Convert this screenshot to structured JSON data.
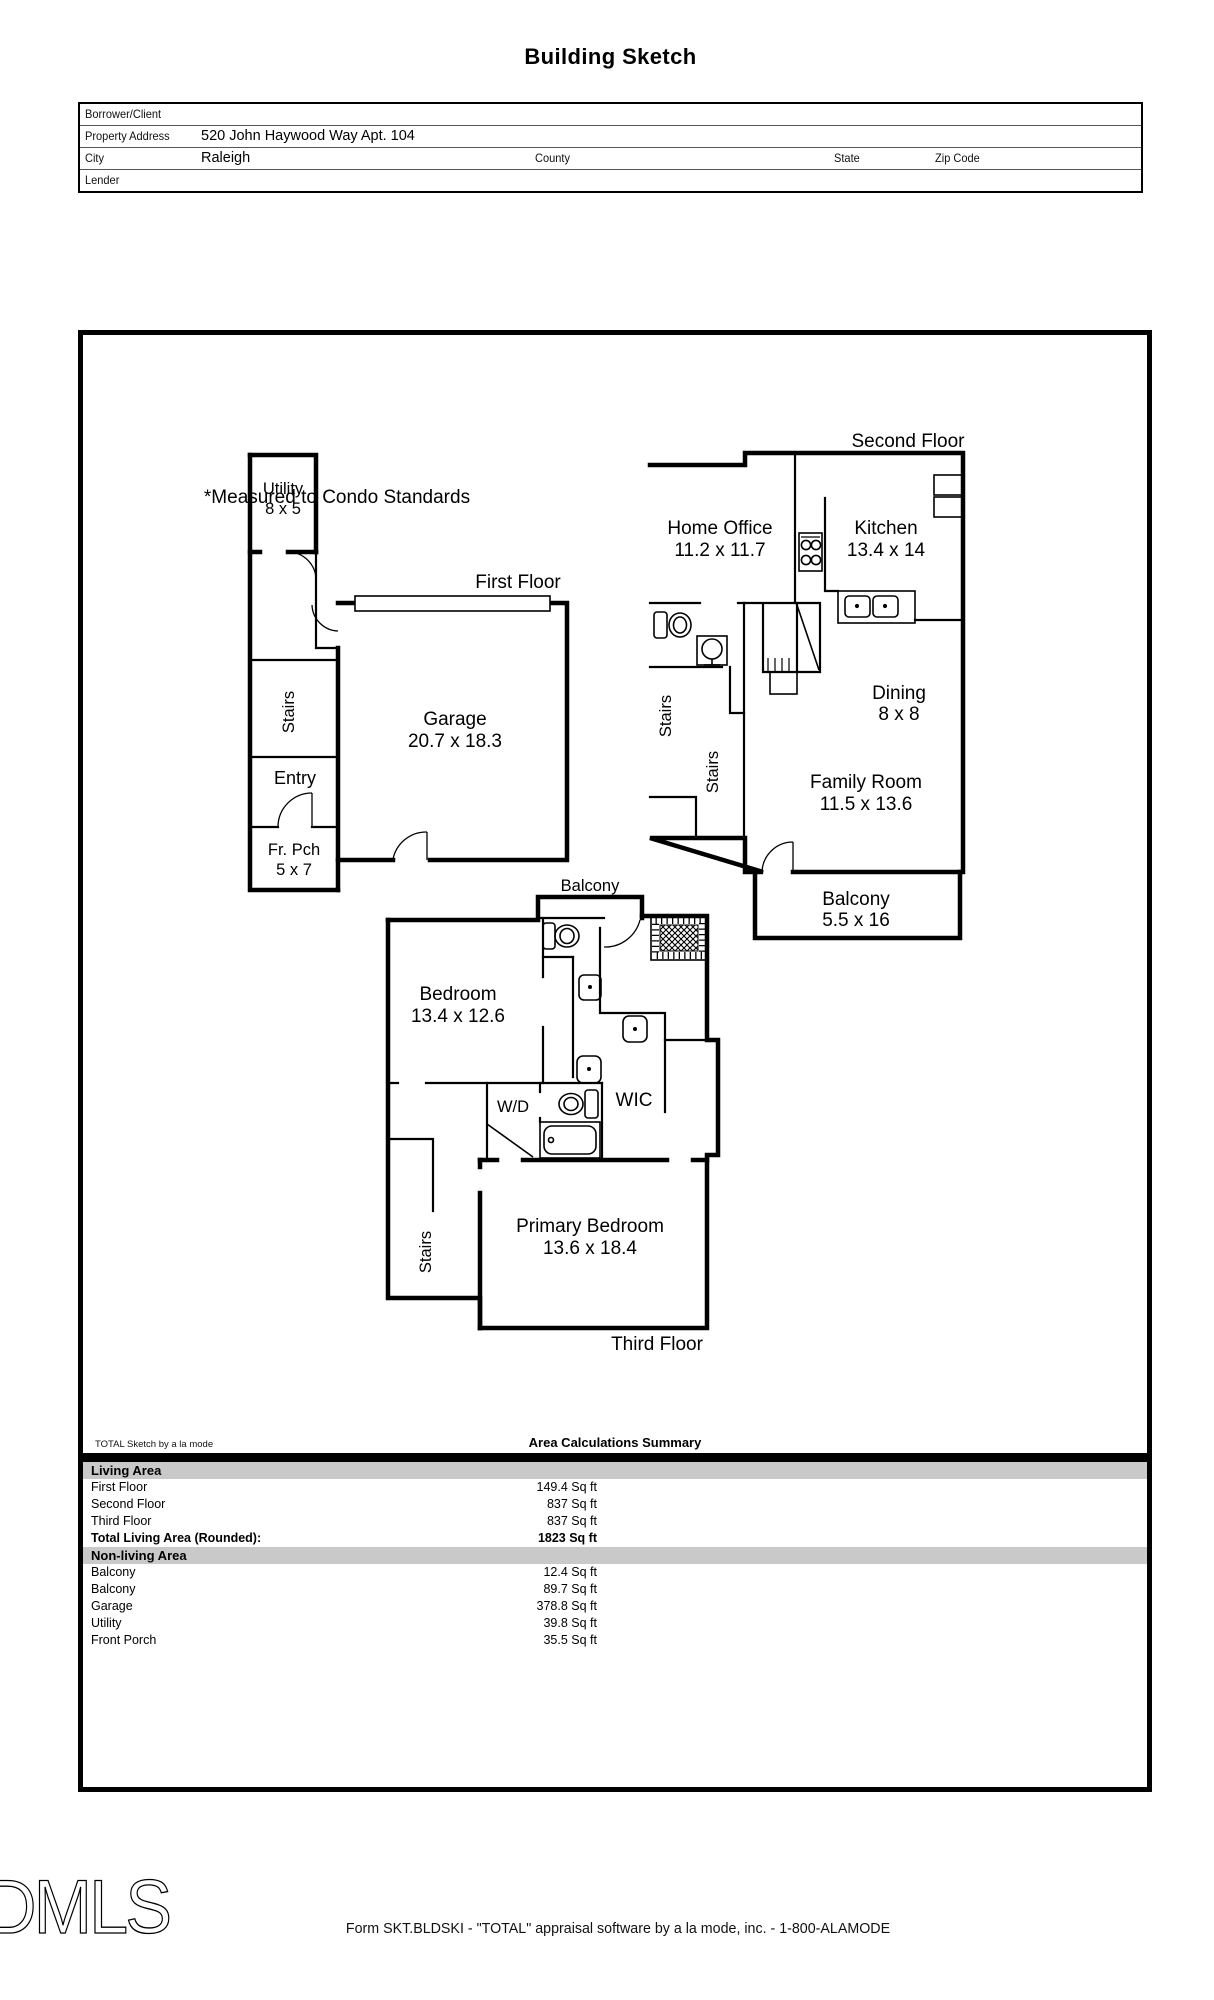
{
  "title": "Building Sketch",
  "form": {
    "borrower_label": "Borrower/Client",
    "property_address_label": "Property Address",
    "property_address_value": "520 John Haywood Way Apt. 104",
    "city_label": "City",
    "city_value": "Raleigh",
    "county_label": "County",
    "state_label": "State",
    "zip_label": "Zip Code",
    "lender_label": "Lender"
  },
  "plans": {
    "note": "*Measured to Condo Standards",
    "first_floor": {
      "label": "First Floor",
      "utility_name": "Utility",
      "utility_dims": "8 x 5",
      "stairs": "Stairs",
      "entry": "Entry",
      "porch_name": "Fr. Pch",
      "porch_dims": "5 x 7",
      "garage_name": "Garage",
      "garage_dims": "20.7 x 18.3"
    },
    "second_floor": {
      "label": "Second Floor",
      "home_office_name": "Home Office",
      "home_office_dims": "11.2 x 11.7",
      "kitchen_name": "Kitchen",
      "kitchen_dims": "13.4 x 14",
      "dining_name": "Dining",
      "dining_dims": "8 x 8",
      "family_name": "Family Room",
      "family_dims": "11.5 x 13.6",
      "balcony_name": "Balcony",
      "balcony_dims": "5.5 x 16",
      "stairs1": "Stairs",
      "stairs2": "Stairs"
    },
    "third_floor": {
      "label": "Third Floor",
      "balcony": "Balcony",
      "bedroom_name": "Bedroom",
      "bedroom_dims": "13.4 x 12.6",
      "wd": "W/D",
      "wic": "WIC",
      "primary_name": "Primary Bedroom",
      "primary_dims": "13.6 x 18.4",
      "stairs": "Stairs"
    }
  },
  "summary": {
    "branding": "TOTAL Sketch by a la mode",
    "title": "Area Calculations Summary",
    "living_header": "Living Area",
    "living_rows": [
      {
        "label": "First Floor",
        "value": "149.4 Sq ft"
      },
      {
        "label": "Second Floor",
        "value": "837 Sq ft"
      },
      {
        "label": "Third Floor",
        "value": "837 Sq ft"
      }
    ],
    "total_row": {
      "label": "Total Living Area (Rounded):",
      "value": "1823 Sq ft"
    },
    "nonliving_header": "Non-living Area",
    "nonliving_rows": [
      {
        "label": "Balcony",
        "value": "12.4 Sq ft"
      },
      {
        "label": "Balcony",
        "value": "89.7 Sq ft"
      },
      {
        "label": "Garage",
        "value": "378.8 Sq ft"
      },
      {
        "label": "Utility",
        "value": "39.8 Sq ft"
      },
      {
        "label": "Front Porch",
        "value": "35.5 Sq ft"
      }
    ]
  },
  "footer": {
    "logo": "DMLS",
    "text": "Form SKT.BLDSKI - \"TOTAL\" appraisal software by a la mode, inc. - 1-800-ALAMODE"
  }
}
